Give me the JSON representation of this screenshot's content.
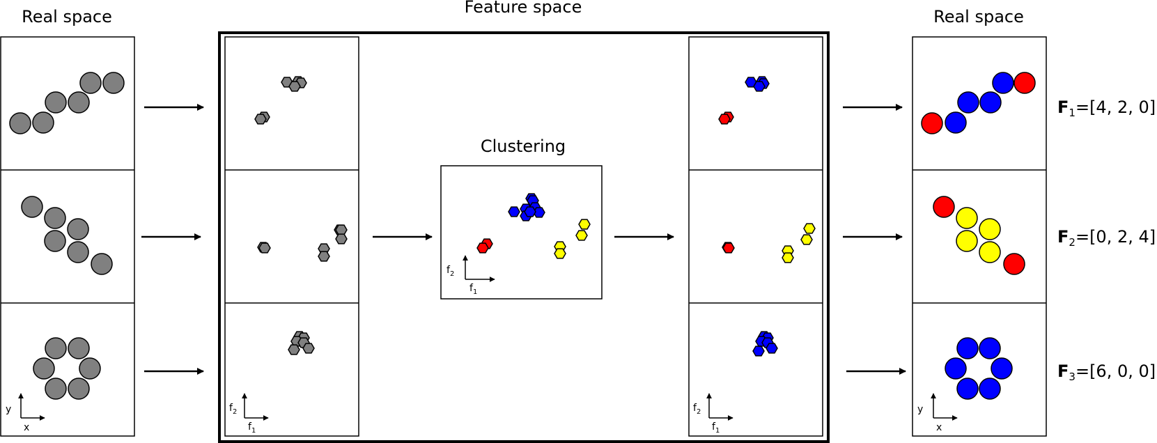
{
  "titles": {
    "real_left": "Real space",
    "feature": "Feature space",
    "real_right": "Real space",
    "clustering": "Clustering"
  },
  "axes": {
    "real": {
      "y": "y",
      "x": "x"
    },
    "feature": {
      "f": "f",
      "sub1": "1",
      "sub2": "2"
    }
  },
  "features": [
    {
      "bold": "F",
      "sub": "1",
      "value": "=[4, 2, 0]"
    },
    {
      "bold": "F",
      "sub": "2",
      "value": "=[0, 2, 4]"
    },
    {
      "bold": "F",
      "sub": "3",
      "value": "=[6, 0, 0]"
    }
  ],
  "colors": {
    "grey": "#808080",
    "red": "#ff0000",
    "blue": "#0000ff",
    "yellow": "#ffff00",
    "stroke": "#000000"
  }
}
